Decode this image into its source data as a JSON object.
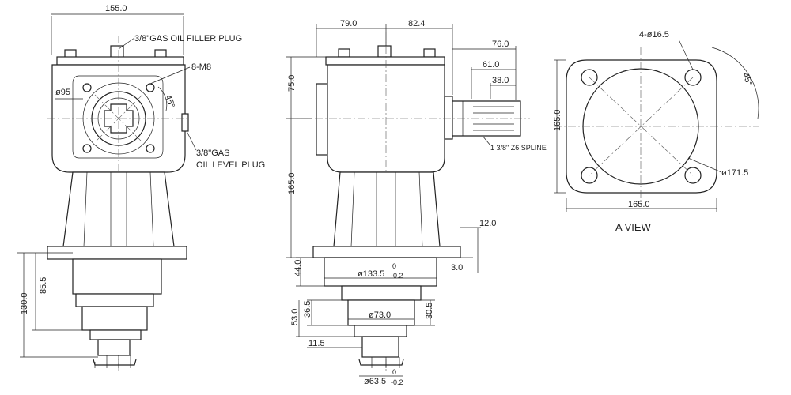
{
  "front_view": {
    "width": "155.0",
    "filler_plug": "3/8\"GAS OIL FILLER PLUG",
    "bolt_thread": "8-M8",
    "bore_dia": "ø95",
    "angle": "45°",
    "level_plug_line1": "3/8\"GAS",
    "level_plug_line2": "OIL LEVEL PLUG",
    "dim_85_5": "85.5",
    "dim_130": "130.0"
  },
  "side_view": {
    "dim_79": "79.0",
    "dim_82_4": "82.4",
    "dim_76": "76.0",
    "dim_61": "61.0",
    "dim_38": "38.0",
    "dim_75": "75.0",
    "dim_165": "165.0",
    "spline": "1 3/8\" Z6 SPLINE",
    "dim_12": "12.0",
    "dim_3": "3.0",
    "dia_133": "ø133.5",
    "tol_133_upper": "0",
    "tol_133_lower": "-0.2",
    "dim_44": "44.0",
    "dim_36_5": "36.5",
    "dim_53": "53.0",
    "dia_73": "ø73.0",
    "dim_30_5": "30.5",
    "dim_11_5": "11.5",
    "dia_63": "ø63.5",
    "tol_63_upper": "0",
    "tol_63_lower": "-0.2"
  },
  "a_view": {
    "holes": "4-ø16.5",
    "angle": "45°",
    "height": "165.0",
    "pcd": "ø171.5",
    "width": "165.0",
    "title": "A VIEW"
  }
}
